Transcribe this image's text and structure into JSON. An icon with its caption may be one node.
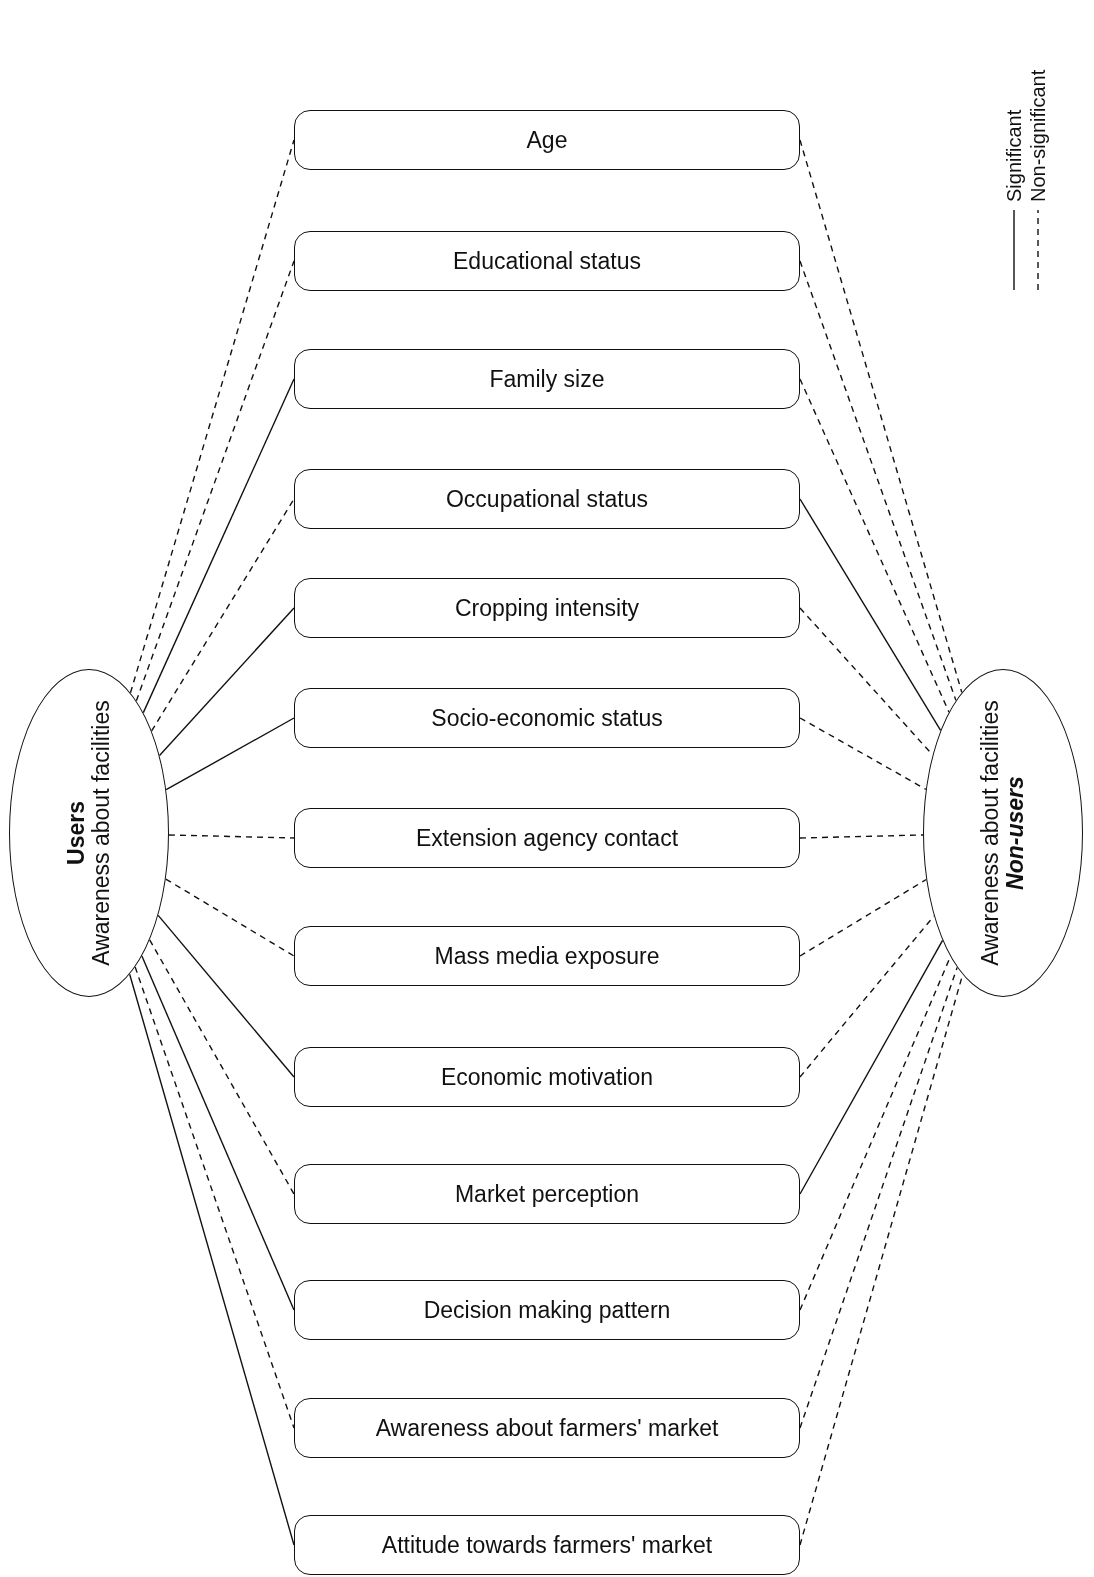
{
  "diagram": {
    "nodes": [
      {
        "text": [
          "Users",
          "Awareness about facilities"
        ]
      },
      {
        "text": [
          "Age"
        ]
      },
      {
        "text": [
          "Educational status"
        ]
      },
      {
        "text": [
          "Family size"
        ]
      },
      {
        "text": [
          "Occupational status"
        ]
      },
      {
        "text": [
          "Cropping intensity"
        ]
      },
      {
        "text": [
          "Socio-economic status"
        ]
      },
      {
        "text": [
          "Extension agency contact"
        ]
      },
      {
        "text": [
          "Mass media exposure"
        ]
      },
      {
        "text": [
          "Economic motivation"
        ]
      },
      {
        "text": [
          "Market perception"
        ]
      },
      {
        "text": [
          "Decision making pattern"
        ]
      },
      {
        "text": [
          "Awareness about farmers' market"
        ]
      },
      {
        "text": [
          "Attitude towards farmers' market"
        ]
      },
      {
        "text": [
          "Awareness about facilities",
          "Non-users"
        ]
      }
    ],
    "edges": [
      {
        "from": 0,
        "to": 1,
        "arrow": "none",
        "style": "dashed"
      },
      {
        "from": 0,
        "to": 2,
        "arrow": "none",
        "style": "dashed"
      },
      {
        "from": 0,
        "to": 3,
        "arrow": "none"
      },
      {
        "from": 0,
        "to": 4,
        "arrow": "none",
        "style": "dashed"
      },
      {
        "from": 0,
        "to": 5,
        "arrow": "none"
      },
      {
        "from": 0,
        "to": 6,
        "arrow": "none"
      },
      {
        "from": 0,
        "to": 7,
        "arrow": "none",
        "style": "dashed"
      },
      {
        "from": 0,
        "to": 8,
        "arrow": "none",
        "style": "dashed"
      },
      {
        "from": 0,
        "to": 9,
        "arrow": "none"
      },
      {
        "from": 0,
        "to": 10,
        "arrow": "none",
        "style": "dashed"
      },
      {
        "from": 0,
        "to": 11,
        "arrow": "none"
      },
      {
        "from": 0,
        "to": 12,
        "arrow": "none",
        "style": "dashed"
      },
      {
        "from": 0,
        "to": 13,
        "arrow": "none"
      },
      {
        "from": 1,
        "to": 14,
        "arrow": "none",
        "style": "dashed"
      },
      {
        "from": 2,
        "to": 14,
        "arrow": "none",
        "style": "dashed"
      },
      {
        "from": 3,
        "to": 14,
        "arrow": "none",
        "style": "dashed"
      },
      {
        "from": 4,
        "to": 14,
        "arrow": "none"
      },
      {
        "from": 5,
        "to": 14,
        "arrow": "none",
        "style": "dashed"
      },
      {
        "from": 6,
        "to": 14,
        "arrow": "none",
        "style": "dashed"
      },
      {
        "from": 7,
        "to": 14,
        "arrow": "none",
        "style": "dashed"
      },
      {
        "from": 8,
        "to": 14,
        "arrow": "none",
        "style": "dashed"
      },
      {
        "from": 9,
        "to": 14,
        "arrow": "none",
        "style": "dashed"
      },
      {
        "from": 10,
        "to": 14,
        "arrow": "none"
      },
      {
        "from": 11,
        "to": 14,
        "arrow": "none",
        "style": "dashed"
      },
      {
        "from": 12,
        "to": 14,
        "arrow": "none",
        "style": "dashed"
      },
      {
        "from": 13,
        "to": 14,
        "arrow": "none",
        "style": "dashed"
      }
    ],
    "legend": [
      {
        "text": "Significant"
      },
      {
        "text": "Non-significant"
      }
    ]
  }
}
